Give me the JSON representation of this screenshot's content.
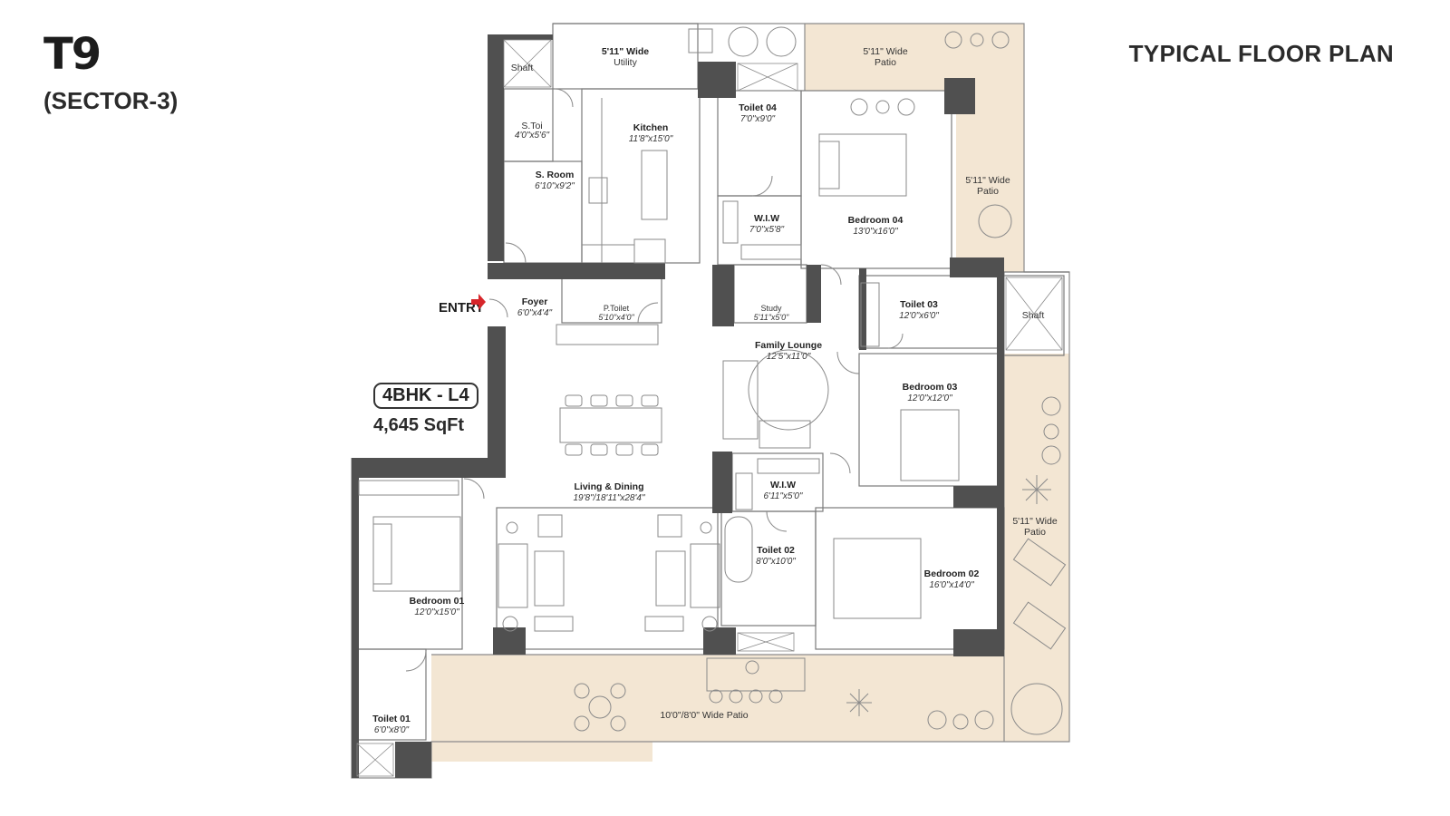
{
  "header": {
    "tower": "T9",
    "sector": "(SECTOR-3)",
    "plan_title": "TYPICAL FLOOR PLAN"
  },
  "unit": {
    "type": "4BHK - L4",
    "area": "4,645 SqFt"
  },
  "entry_label": "ENTRY",
  "colors": {
    "wall": "#505050",
    "patio": "#f3e6d3",
    "floor": "#ffffff",
    "line": "#8a8a8a",
    "entry_arrow": "#d7262b"
  },
  "rooms": {
    "utility": {
      "name": "5'11\" Wide",
      "dim": "Utility"
    },
    "patio_top": {
      "name": "5'11\" Wide",
      "dim": "Patio"
    },
    "shaft_top": {
      "name": "Shaft"
    },
    "s_toilet": {
      "name": "S.Toi",
      "dim": "4'0\"x5'6\""
    },
    "s_room": {
      "name": "S. Room",
      "dim": "6'10\"x9'2\""
    },
    "kitchen": {
      "name": "Kitchen",
      "dim": "11'8\"x15'0\""
    },
    "toilet04": {
      "name": "Toilet 04",
      "dim": "7'0\"x9'0\""
    },
    "wiw04": {
      "name": "W.I.W",
      "dim": "7'0\"x5'8\""
    },
    "bedroom04": {
      "name": "Bedroom 04",
      "dim": "13'0\"x16'0\""
    },
    "patio_right_top": {
      "name": "5'11\" Wide",
      "dim": "Patio"
    },
    "foyer": {
      "name": "Foyer",
      "dim": "6'0\"x4'4\""
    },
    "p_toilet": {
      "name": "P.Toilet",
      "dim": "5'10\"x4'0\""
    },
    "study": {
      "name": "Study",
      "dim": "5'11\"x5'0\""
    },
    "toilet03": {
      "name": "Toilet 03",
      "dim": "12'0\"x6'0\""
    },
    "shaft_right": {
      "name": "Shaft"
    },
    "family_lounge": {
      "name": "Family Lounge",
      "dim": "12'5\"x11'0\""
    },
    "bedroom03": {
      "name": "Bedroom 03",
      "dim": "12'0\"x12'0\""
    },
    "wiw02": {
      "name": "W.I.W",
      "dim": "6'11\"x5'0\""
    },
    "living_dining": {
      "name": "Living & Dining",
      "dim": "19'8\"/18'11\"x28'4\""
    },
    "patio_right_bottom": {
      "name": "5'11\" Wide",
      "dim": "Patio"
    },
    "toilet02": {
      "name": "Toilet 02",
      "dim": "8'0\"x10'0\""
    },
    "bedroom02": {
      "name": "Bedroom 02",
      "dim": "16'0\"x14'0\""
    },
    "bedroom01": {
      "name": "Bedroom 01",
      "dim": "12'0\"x15'0\""
    },
    "toilet01": {
      "name": "Toilet 01",
      "dim": "6'0\"x8'0\""
    },
    "patio_bottom": {
      "name": "10'0\"/8'0\" Wide Patio"
    }
  }
}
